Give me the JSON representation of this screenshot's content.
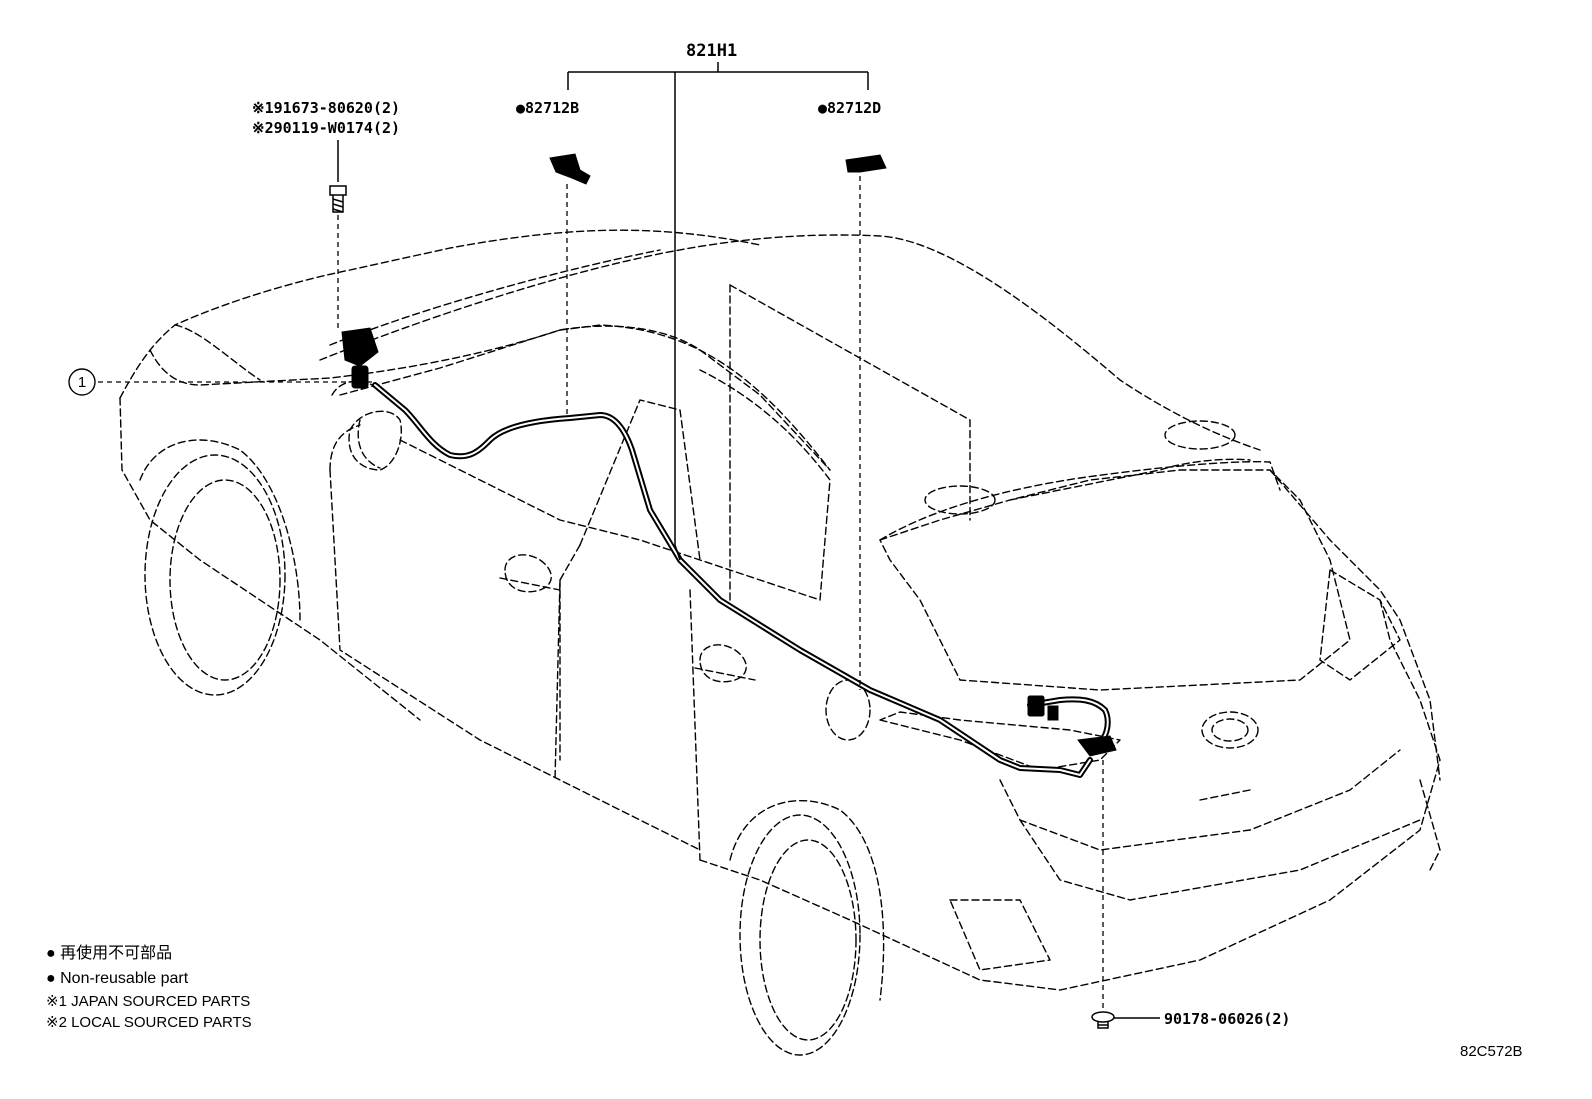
{
  "callouts": {
    "main": "821H1",
    "clip_left": "●82712B",
    "clip_right": "●82712D",
    "bolt_line1": "※191673-80620(2)",
    "bolt_line2": "※290119-W0174(2)",
    "screw": "90178-06026(2)",
    "ref_circle": "1"
  },
  "legend": {
    "jp_text": "● 再使用不可部品",
    "en_text": "● Non-reusable part",
    "note1": "※1 JAPAN SOURCED PARTS",
    "note2": "※2 LOCAL SOURCED PARTS"
  },
  "figure_code": "82C572B"
}
